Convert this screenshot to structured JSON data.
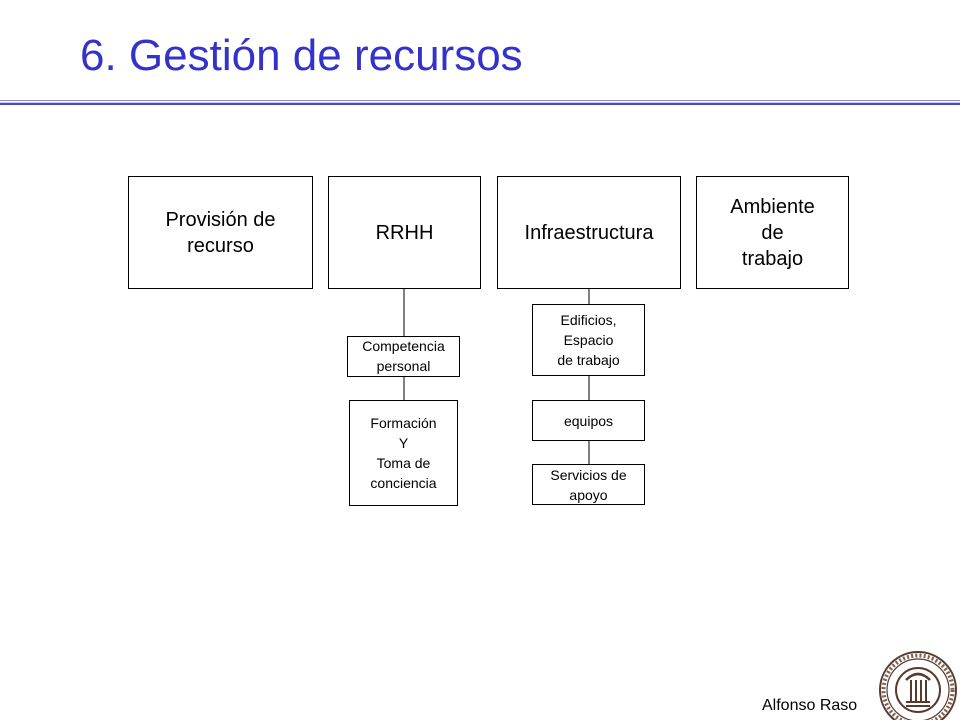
{
  "slide": {
    "title": "6. Gestión de recursos",
    "author": "Alfonso Raso"
  },
  "diagram": {
    "categories": [
      {
        "id": "provision",
        "label": "Provisión de\nrecurso"
      },
      {
        "id": "rrhh",
        "label": "RRHH"
      },
      {
        "id": "infraestructura",
        "label": "Infraestructura"
      },
      {
        "id": "ambiente",
        "label": "Ambiente\nde\ntrabajo"
      }
    ],
    "rrhh_children": [
      {
        "id": "competencia",
        "label": "Competencia\npersonal"
      },
      {
        "id": "formacion",
        "label": "Formación\nY\nToma de\nconciencia"
      }
    ],
    "infraestructura_children": [
      {
        "id": "edificios",
        "label": "Edificios,\nEspacio\nde trabajo"
      },
      {
        "id": "equipos",
        "label": "equipos"
      },
      {
        "id": "servicios",
        "label": "Servicios de\napoyo"
      }
    ]
  },
  "colors": {
    "title": "#3333cc",
    "rule": "#4a4ab8",
    "box_border": "#000000",
    "seal": "#5a3a2a"
  },
  "icons": {
    "seal": "university-seal-icon"
  }
}
